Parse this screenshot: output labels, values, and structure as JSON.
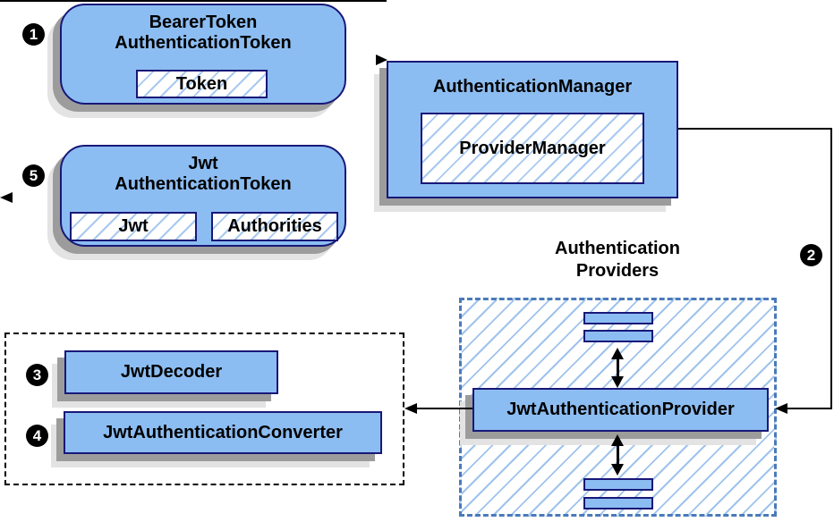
{
  "diagram": {
    "badges": {
      "one": "1",
      "two": "2",
      "three": "3",
      "four": "4",
      "five": "5"
    },
    "bearer_box": {
      "title_line1": "BearerToken",
      "title_line2": "AuthenticationToken",
      "token_label": "Token"
    },
    "manager_box": {
      "title": "AuthenticationManager",
      "provider_manager_label": "ProviderManager"
    },
    "jwt_box": {
      "title_line1": "Jwt",
      "title_line2": "AuthenticationToken",
      "jwt_label": "Jwt",
      "authorities_label": "Authorities"
    },
    "providers_group": {
      "heading_line1": "Authentication",
      "heading_line2": "Providers",
      "provider_label": "JwtAuthenticationProvider"
    },
    "converter_group": {
      "decoder_label": "JwtDecoder",
      "converter_label": "JwtAuthenticationConverter"
    },
    "colors": {
      "box_fill": "#8CBDF2",
      "box_border": "#181878",
      "hatch_line": "#A4C6EE",
      "dashed_blue": "#4A7ABA",
      "dashed_black": "#000000",
      "arrow": "#000000",
      "shadow_dark": "#9C9C9C",
      "shadow_light": "#E3E3E3"
    }
  }
}
